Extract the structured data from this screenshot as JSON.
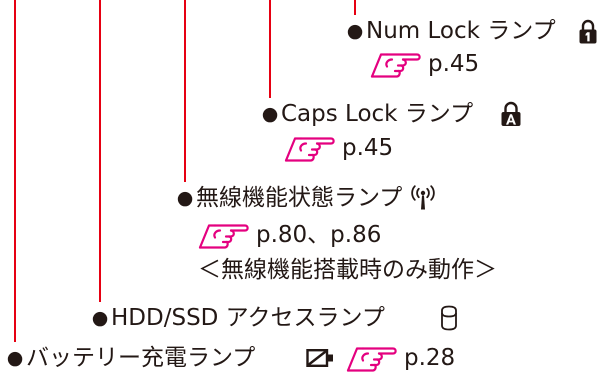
{
  "bullet": "●",
  "lamps": {
    "num_lock": {
      "label": "Num Lock ランプ",
      "icon": "num-lock-icon",
      "ref": "p.45"
    },
    "caps_lock": {
      "label": "Caps Lock ランプ",
      "icon": "caps-lock-icon",
      "ref": "p.45"
    },
    "wireless": {
      "label": "無線機能状態ランプ",
      "icon": "wireless-icon",
      "ref": "p.80、p.86",
      "note": "＜無線機能搭載時のみ動作＞"
    },
    "hdd_ssd": {
      "label": "HDD/SSD アクセスランプ",
      "icon": "hdd-ssd-icon"
    },
    "battery": {
      "label": "バッテリー充電ランプ",
      "icon": "battery-charge-icon",
      "ref": "p.28"
    }
  },
  "reference_icon": "page-reference-icon",
  "colors": {
    "leader_line": "#e60012",
    "reference_icon": "#e4007f",
    "text": "#231815"
  }
}
